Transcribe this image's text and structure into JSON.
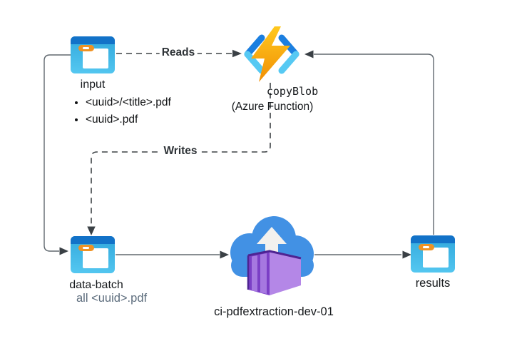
{
  "nodes": {
    "input": {
      "label": "input",
      "files": [
        "<uuid>/<title>.pdf",
        "<uuid>.pdf"
      ],
      "icon": "blob-container-icon"
    },
    "copy_blob": {
      "label": "copyBlob",
      "sublabel": "(Azure Function)",
      "icon": "azure-function-icon"
    },
    "data_batch": {
      "label": "data-batch",
      "note": "all <uuid>.pdf",
      "icon": "blob-container-icon"
    },
    "container_instance": {
      "label": "ci-pdfextraction-dev-01",
      "icon": "container-instances-cloud-icon"
    },
    "results": {
      "label": "results",
      "icon": "blob-container-icon"
    }
  },
  "edges": [
    {
      "id": "reads",
      "from": "input",
      "to": "copy_blob",
      "label": "Reads",
      "style": "dashed"
    },
    {
      "id": "writes",
      "from": "copy_blob",
      "to": "data_batch",
      "label": "Writes",
      "style": "dashed"
    },
    {
      "id": "input-to-data-batch",
      "from": "input",
      "to": "data_batch",
      "label": "",
      "style": "solid"
    },
    {
      "id": "data-batch-to-container",
      "from": "data_batch",
      "to": "container_instance",
      "label": "",
      "style": "solid"
    },
    {
      "id": "container-to-results",
      "from": "container_instance",
      "to": "results",
      "label": "",
      "style": "solid"
    },
    {
      "id": "results-to-copy-blob",
      "from": "results",
      "to": "copy_blob",
      "label": "",
      "style": "solid"
    }
  ],
  "colors": {
    "background": "#ffffff",
    "blob_header_blue": "#1272c8",
    "blob_body_blue": "#3fb3e6",
    "folder_tab_orange": "#ef9223",
    "function_bolt_orange": "#fcaf17",
    "bracket_dark_blue": "#1b7fe0",
    "bracket_light_blue": "#56c9f3",
    "cloud_blue": "#4291e4",
    "container_purple": "#9a63d8",
    "solid_line_gray": "#60686f",
    "dashed_line_dark": "#3d4245",
    "note_gray": "#5c6c7c",
    "text_black": "#16191c"
  }
}
